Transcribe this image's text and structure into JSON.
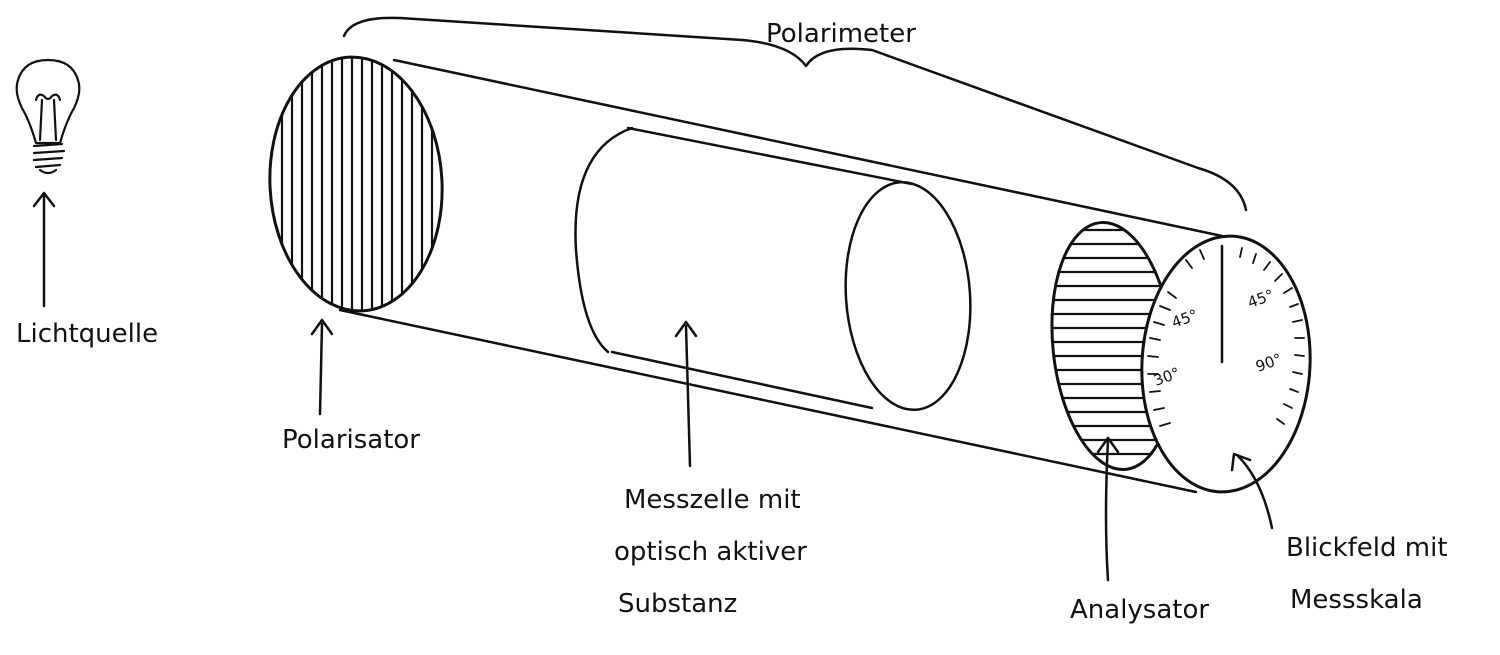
{
  "title": "Polarimeter",
  "labels": {
    "light_source": "Lichtquelle",
    "polarizer": "Polarisator",
    "cell": [
      "Messzelle mit",
      "optisch aktiver",
      "Substanz"
    ],
    "analyzer": "Analysator",
    "field": [
      "Blickfeld mit",
      "Messskala"
    ]
  },
  "scale": {
    "left_upper": "45°",
    "left_lower": "30°",
    "right_upper": "45°",
    "right_lower": "90°"
  },
  "icons": [
    "light-bulb-icon",
    "arrow-up-icon"
  ],
  "colors": {
    "ink": "#111111",
    "background": "#ffffff"
  }
}
